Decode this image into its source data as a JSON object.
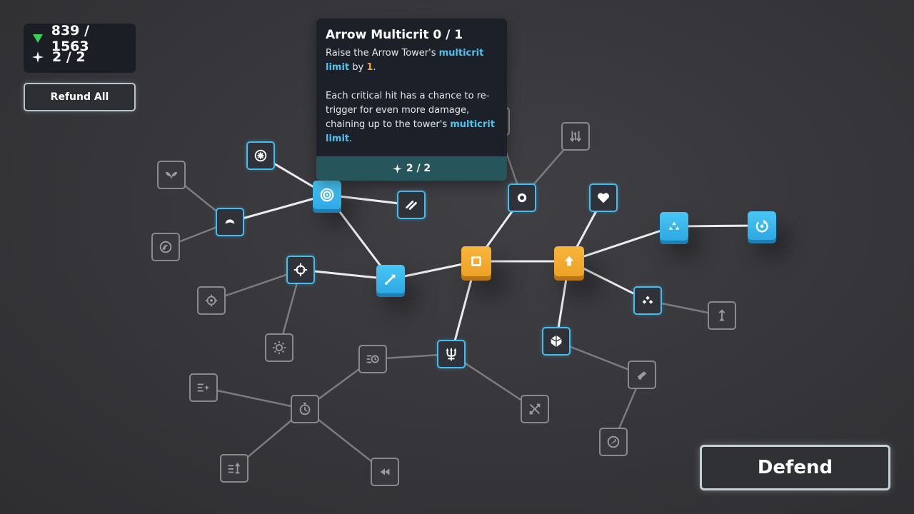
{
  "resources": {
    "gems": "839 / 1563",
    "points": "2 / 2",
    "gem_color": "#39d353"
  },
  "buttons": {
    "refund_all": "Refund All",
    "defend": "Defend"
  },
  "tooltip": {
    "title": "Arrow Multicrit 0 / 1",
    "line1_pre": "Raise the Arrow Tower's ",
    "line1_hl": "multicrit limit",
    "line1_mid": " by ",
    "line1_num": "1",
    "line1_post": ".",
    "line2_pre": "Each critical hit has a chance to re-trigger for even more damage, chaining up to the tower's ",
    "line2_hl": "multicrit limit",
    "line2_post": ".",
    "cost": "2 / 2"
  },
  "colors": {
    "owned_blue": "#3ab5ec",
    "owned_gold": "#f2a92e",
    "available_border": "#45bdf0",
    "locked_border": "#8a8a8e",
    "tooltip_bg": "#1c2129",
    "tooltip_footer": "#26565b",
    "highlight": "#4cc3f3",
    "number": "#f4a62a"
  },
  "nodes": [
    {
      "id": "core",
      "state": "owned-gold",
      "icon": "square-core-icon"
    },
    {
      "id": "arrow-up",
      "state": "owned-gold",
      "icon": "arrow-up-icon"
    },
    {
      "id": "arrow-tower",
      "state": "owned-blue",
      "icon": "arrow-tower-icon"
    },
    {
      "id": "target",
      "state": "owned-blue",
      "icon": "target-icon"
    },
    {
      "id": "triforce",
      "state": "owned-blue",
      "icon": "triangle-cluster-icon"
    },
    {
      "id": "refresh",
      "state": "owned-blue",
      "icon": "refresh-icon"
    },
    {
      "id": "ring",
      "state": "available",
      "icon": "ring-icon"
    },
    {
      "id": "heart",
      "state": "available",
      "icon": "heart-icon"
    },
    {
      "id": "diamond-cluster",
      "state": "available",
      "icon": "diamond-cluster-icon"
    },
    {
      "id": "shield-gem",
      "state": "available",
      "icon": "gem-icon"
    },
    {
      "id": "trident",
      "state": "available",
      "icon": "trident-icon"
    },
    {
      "id": "crosshair",
      "state": "available",
      "icon": "crosshair-icon"
    },
    {
      "id": "moon",
      "state": "available",
      "icon": "crescent-icon"
    },
    {
      "id": "burst",
      "state": "available",
      "icon": "burst-icon"
    },
    {
      "id": "slash",
      "state": "available",
      "icon": "double-slash-icon"
    },
    {
      "id": "sort-arrows",
      "state": "locked",
      "icon": "sort-arrows-icon"
    },
    {
      "id": "hidden-square",
      "state": "locked",
      "icon": "square-icon"
    },
    {
      "id": "wings",
      "state": "locked",
      "icon": "wings-icon"
    },
    {
      "id": "swirl",
      "state": "locked",
      "icon": "swirl-icon"
    },
    {
      "id": "reticle",
      "state": "locked",
      "icon": "reticle-icon"
    },
    {
      "id": "sun",
      "state": "locked",
      "icon": "sun-icon"
    },
    {
      "id": "list-clock",
      "state": "locked",
      "icon": "list-clock-icon"
    },
    {
      "id": "list-star",
      "state": "locked",
      "icon": "list-star-icon"
    },
    {
      "id": "stopwatch",
      "state": "locked",
      "icon": "stopwatch-icon"
    },
    {
      "id": "list-up",
      "state": "locked",
      "icon": "list-up-icon"
    },
    {
      "id": "rewind",
      "state": "locked",
      "icon": "rewind-icon"
    },
    {
      "id": "cross-arrows",
      "state": "locked",
      "icon": "cross-arrows-icon"
    },
    {
      "id": "cannon",
      "state": "locked",
      "icon": "cannon-icon"
    },
    {
      "id": "dial",
      "state": "locked",
      "icon": "dial-icon"
    },
    {
      "id": "arrow-upright",
      "state": "locked",
      "icon": "upward-arrow-icon"
    }
  ]
}
